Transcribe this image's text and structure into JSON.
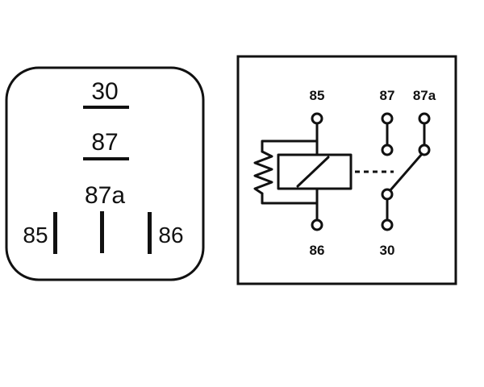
{
  "footprint": {
    "pins": {
      "top": "30",
      "middle": "87",
      "lower": "87a",
      "left": "85",
      "right": "86"
    }
  },
  "schematic": {
    "labels": {
      "coil_top": "85",
      "contact_no": "87",
      "contact_nc": "87a",
      "coil_bottom": "86",
      "common": "30"
    }
  },
  "colors": {
    "ink": "#111111",
    "background": "#ffffff"
  }
}
